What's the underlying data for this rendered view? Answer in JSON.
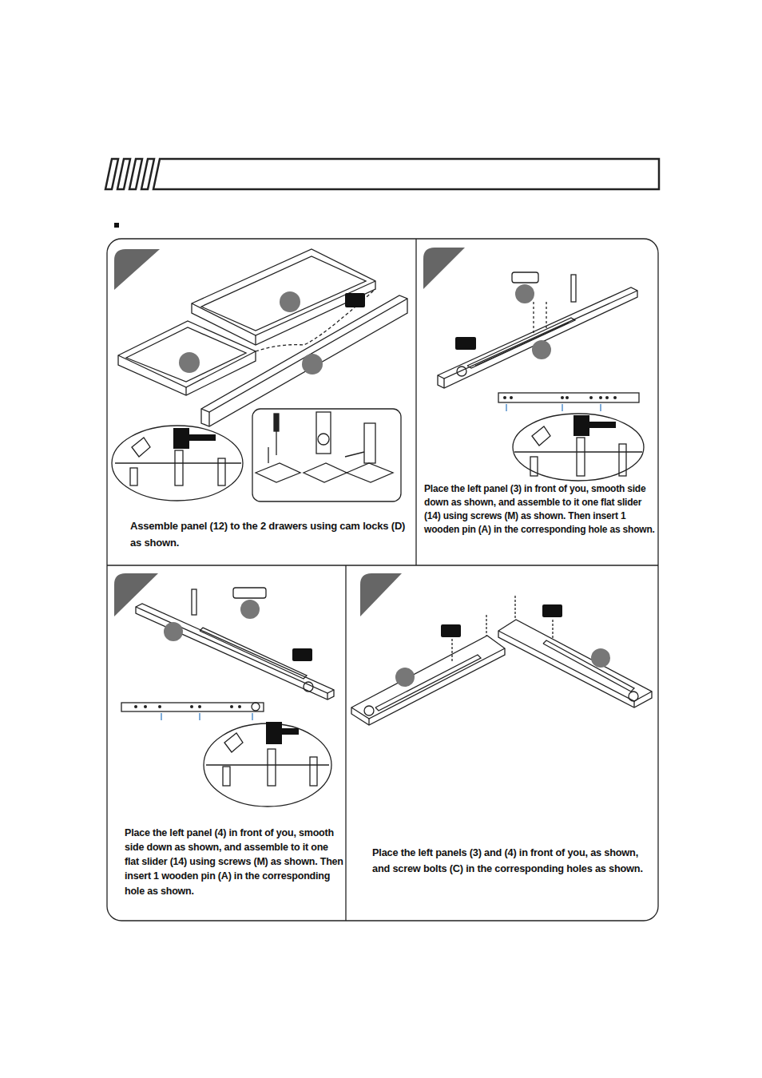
{
  "diagram": {
    "nodes": [
      {
        "text": [
          "Assemble panel (12) to the 2 drawers using cam locks (D) as shown."
        ]
      },
      {
        "text": [
          "Place the left panel (3) in front of you, smooth side down as shown, and assemble to it one flat slider (14) using screws (M) as shown. Then insert 1 wooden pin (A) in the corresponding hole as shown."
        ]
      },
      {
        "text": [
          "Place the left panel (4) in front of you, smooth side down as shown, and assemble to it one flat slider (14) using screws (M) as shown. Then insert 1 wooden pin (A) in the corresponding hole as shown."
        ]
      },
      {
        "text": [
          "Place the left panels (3) and (4) in front of you, as shown, and screw bolts (C) in the corresponding holes as shown."
        ]
      }
    ]
  }
}
